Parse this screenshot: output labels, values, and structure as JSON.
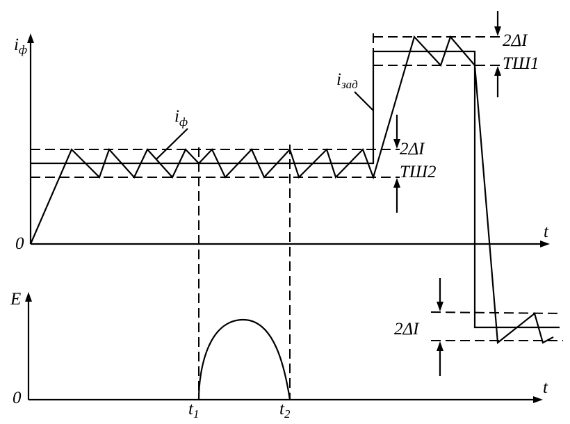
{
  "diagram": {
    "upper_graph": {
      "y_axis_label": "i",
      "y_axis_subscript": "ф",
      "x_axis_label": "t",
      "origin_label": "0",
      "current_label": "i",
      "current_label_subscript": "ф",
      "setpoint_label": "i",
      "setpoint_label_subscript": "зад",
      "band_width_label_1": "2ΔI",
      "mode_label_1": "ТШ1",
      "band_width_label_2": "2ΔI",
      "mode_label_2": "ТШ2",
      "band_width_label_3": "2ΔI"
    },
    "lower_graph": {
      "y_axis_label": "E",
      "x_axis_label": "t",
      "origin_label": "0",
      "t1_label": "t",
      "t1_subscript": "1",
      "t2_label": "t",
      "t2_subscript": "2"
    }
  }
}
